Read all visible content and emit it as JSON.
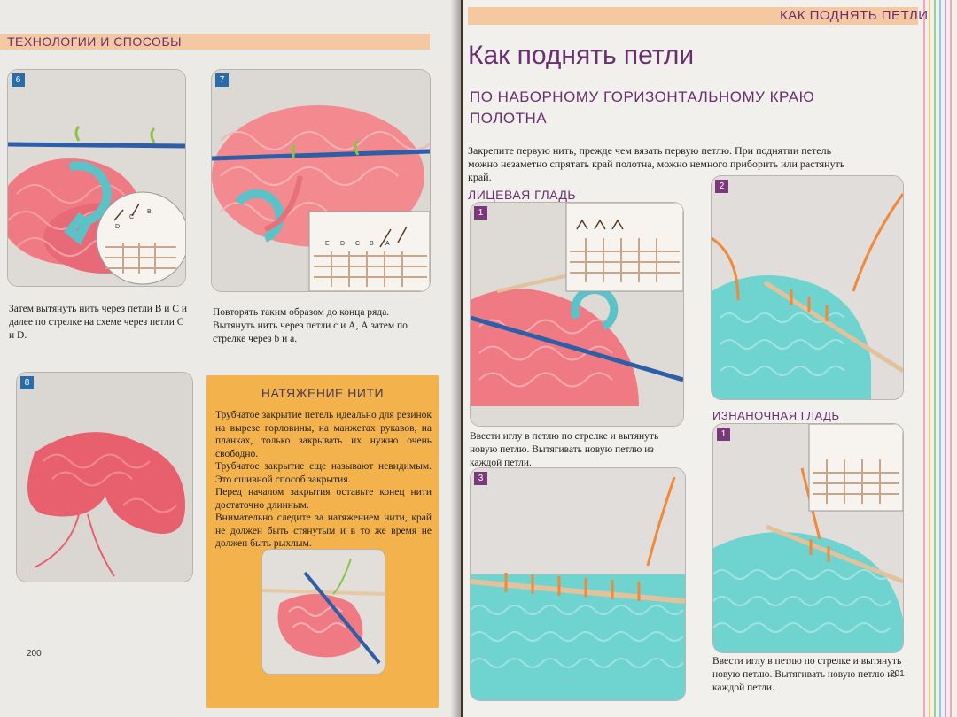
{
  "left_page": {
    "section": "ТЕХНОЛОГИИ И СПОСОБЫ",
    "step6": {
      "badge": "6",
      "caption": "Затем вытянуть нить через петли В и С и далее по стрелке на схеме через петли С и D."
    },
    "step7": {
      "badge": "7",
      "caption": "Повторять таким образом до конца ряда. Вытянуть нить через петли с и А, А затем по стрелке через b и а."
    },
    "step8": {
      "badge": "8"
    },
    "tip": {
      "title": "НАТЯЖЕНИЕ НИТИ",
      "p1": "Трубчатое закрытие петель идеально для резинок на вырезе горловины, на манжетах рукавов, на планках, только закрывать их нужно очень свободно.",
      "p2": "Трубчатое закрытие еще называют невидимым. Это сшивной способ закрытия.",
      "p3": "Перед началом закрытия оставьте конец нити достаточно длинным.",
      "p4": "Внимательно следите за натяжением нити, край не должен быть стянутым и в то же время не должен быть рыхлым."
    },
    "page_number": "200"
  },
  "right_page": {
    "section": "КАК ПОДНЯТЬ ПЕТЛИ",
    "title": "Как поднять петли",
    "subtitle": "ПО НАБОРНОМУ ГОРИЗОНТАЛЬНОМУ КРАЮ ПОЛОТНА",
    "intro": "Закрепите первую нить, прежде чем вязать первую петлю. При поднятии петель можно незаметно спрятать край полотна, можно немного приборить или растянуть край.",
    "front": {
      "heading": "ЛИЦЕВАЯ ГЛАДЬ",
      "step1": {
        "badge": "1",
        "caption": "Ввести иглу в петлю по стрелке и вытянуть новую петлю. Вытягивать новую петлю из каждой петли."
      },
      "step2": {
        "badge": "2"
      },
      "step3": {
        "badge": "3"
      }
    },
    "purl": {
      "heading": "ИЗНАНОЧНАЯ ГЛАДЬ",
      "step1": {
        "badge": "1",
        "caption": "Ввести иглу в петлю по стрелке и вытянуть новую петлю. Вытягивать новую петлю из каждой петли."
      }
    },
    "page_number": "201"
  },
  "diagram_letters": {
    "d6": [
      "D",
      "C",
      "B"
    ],
    "d7": [
      "E",
      "D",
      "C",
      "B",
      "A"
    ]
  },
  "colors": {
    "accent_purple": "#6a2f6f",
    "band_peach": "#f4c9a2",
    "tip_orange": "#f3b24c",
    "yarn_pink": "#f07880",
    "yarn_turquoise": "#6fd3d0",
    "needle_blue": "#2d5fa8",
    "marker_teal": "#5bc3c8"
  }
}
